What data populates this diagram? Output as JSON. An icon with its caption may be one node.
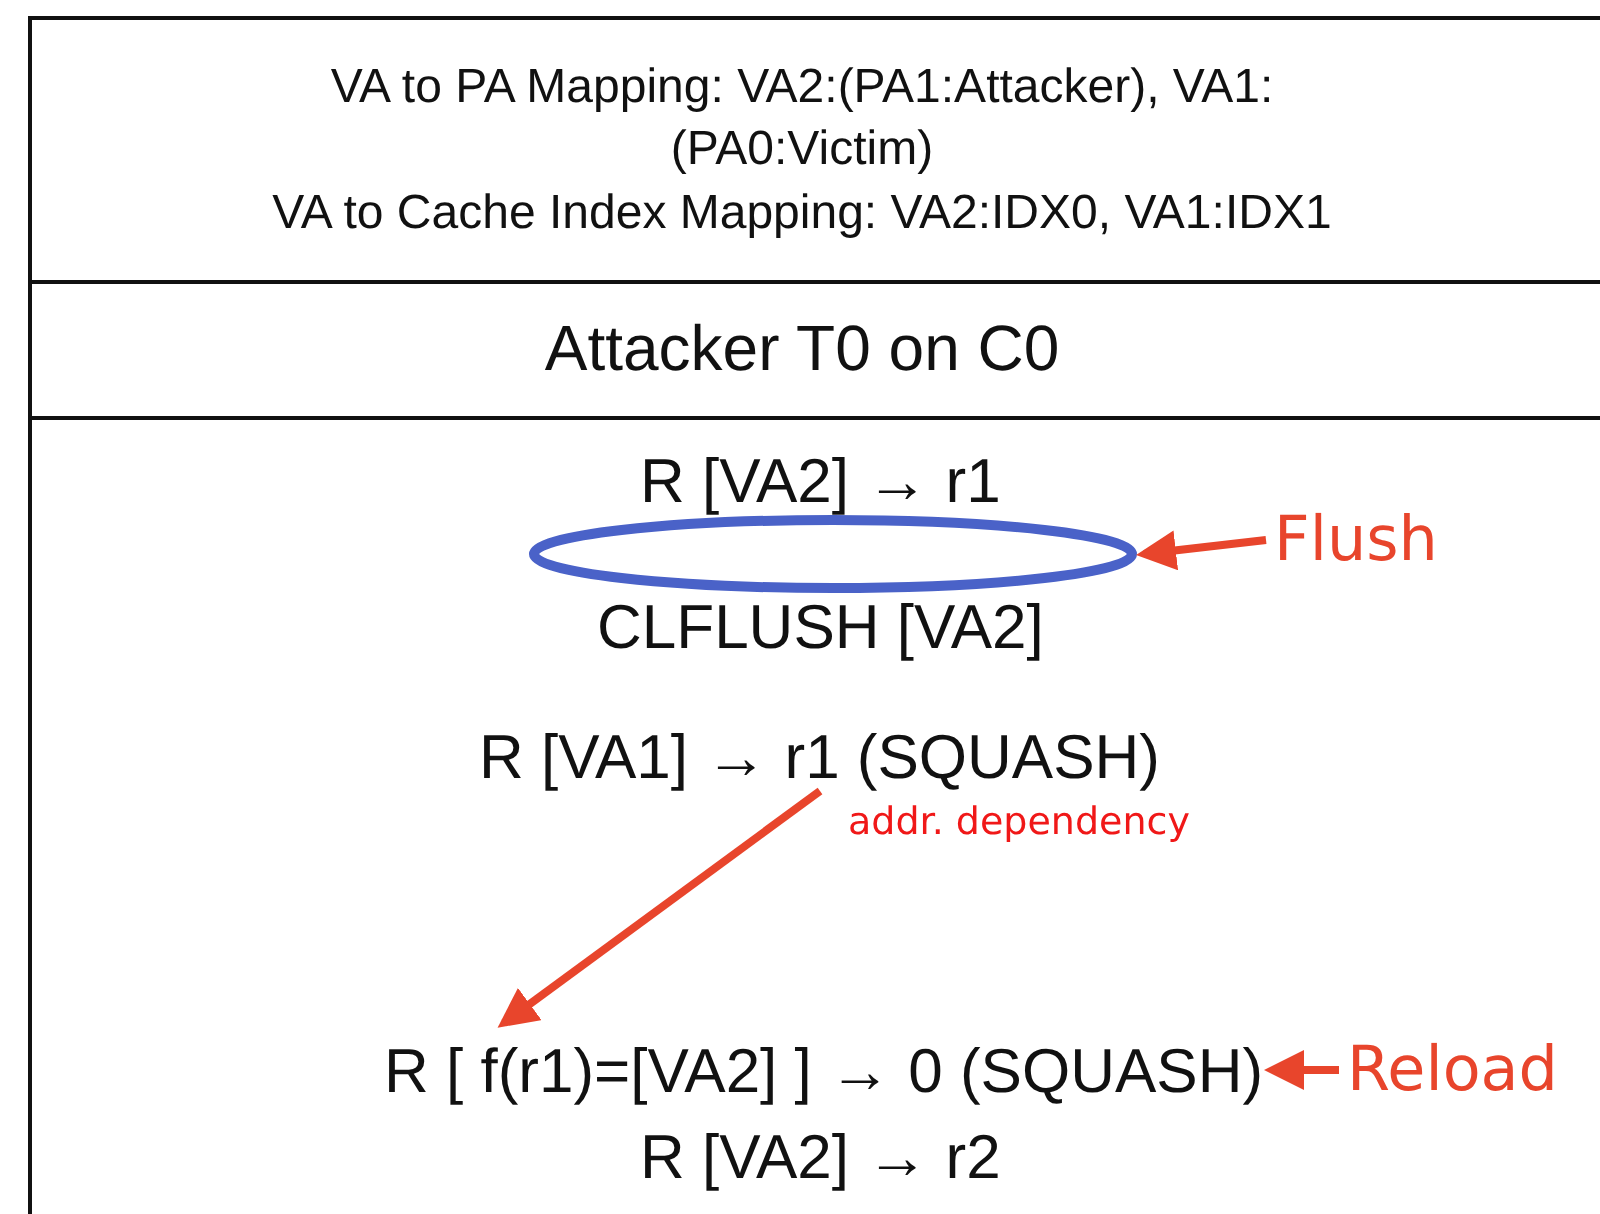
{
  "diagram": {
    "nodes": [
      {
        "text": [
          "VA to PA Mapping: VA2:(PA1:Attacker), VA1:(PA0:Victim)",
          "VA to Cache Index Mapping: VA2:IDX0, VA1:IDX1"
        ]
      },
      {
        "text": [
          "Attacker T0 on C0"
        ]
      },
      {
        "text": [],
        "shape": "box"
      },
      {
        "text": [
          "R [VA2] → r1"
        ],
        "in": 2
      },
      {
        "text": [],
        "shape": "ellipse",
        "in": 2
      },
      {
        "text": [
          "CLFLUSH [VA2]"
        ],
        "in": 2
      },
      {
        "text": [
          "R [VA1] → r1 (SQUASH)"
        ],
        "in": 2
      },
      {
        "text": [
          "R [ f(r1)=[VA2] ] → 0 (SQUASH)"
        ],
        "in": 2
      },
      {
        "text": [
          "R [VA2] → r2"
        ],
        "in": 2
      },
      {
        "text": [
          "Flush"
        ],
        "in": 2
      },
      {
        "text": [
          "Reload"
        ],
        "in": 2
      }
    ],
    "edges": [
      {
        "from": 9,
        "to": 4,
        "arrow": "to"
      },
      {
        "from": 6,
        "to": 7,
        "arrow": "to",
        "label": "addr. dependency"
      },
      {
        "from": 10,
        "to": 7,
        "arrow": "to"
      }
    ]
  }
}
